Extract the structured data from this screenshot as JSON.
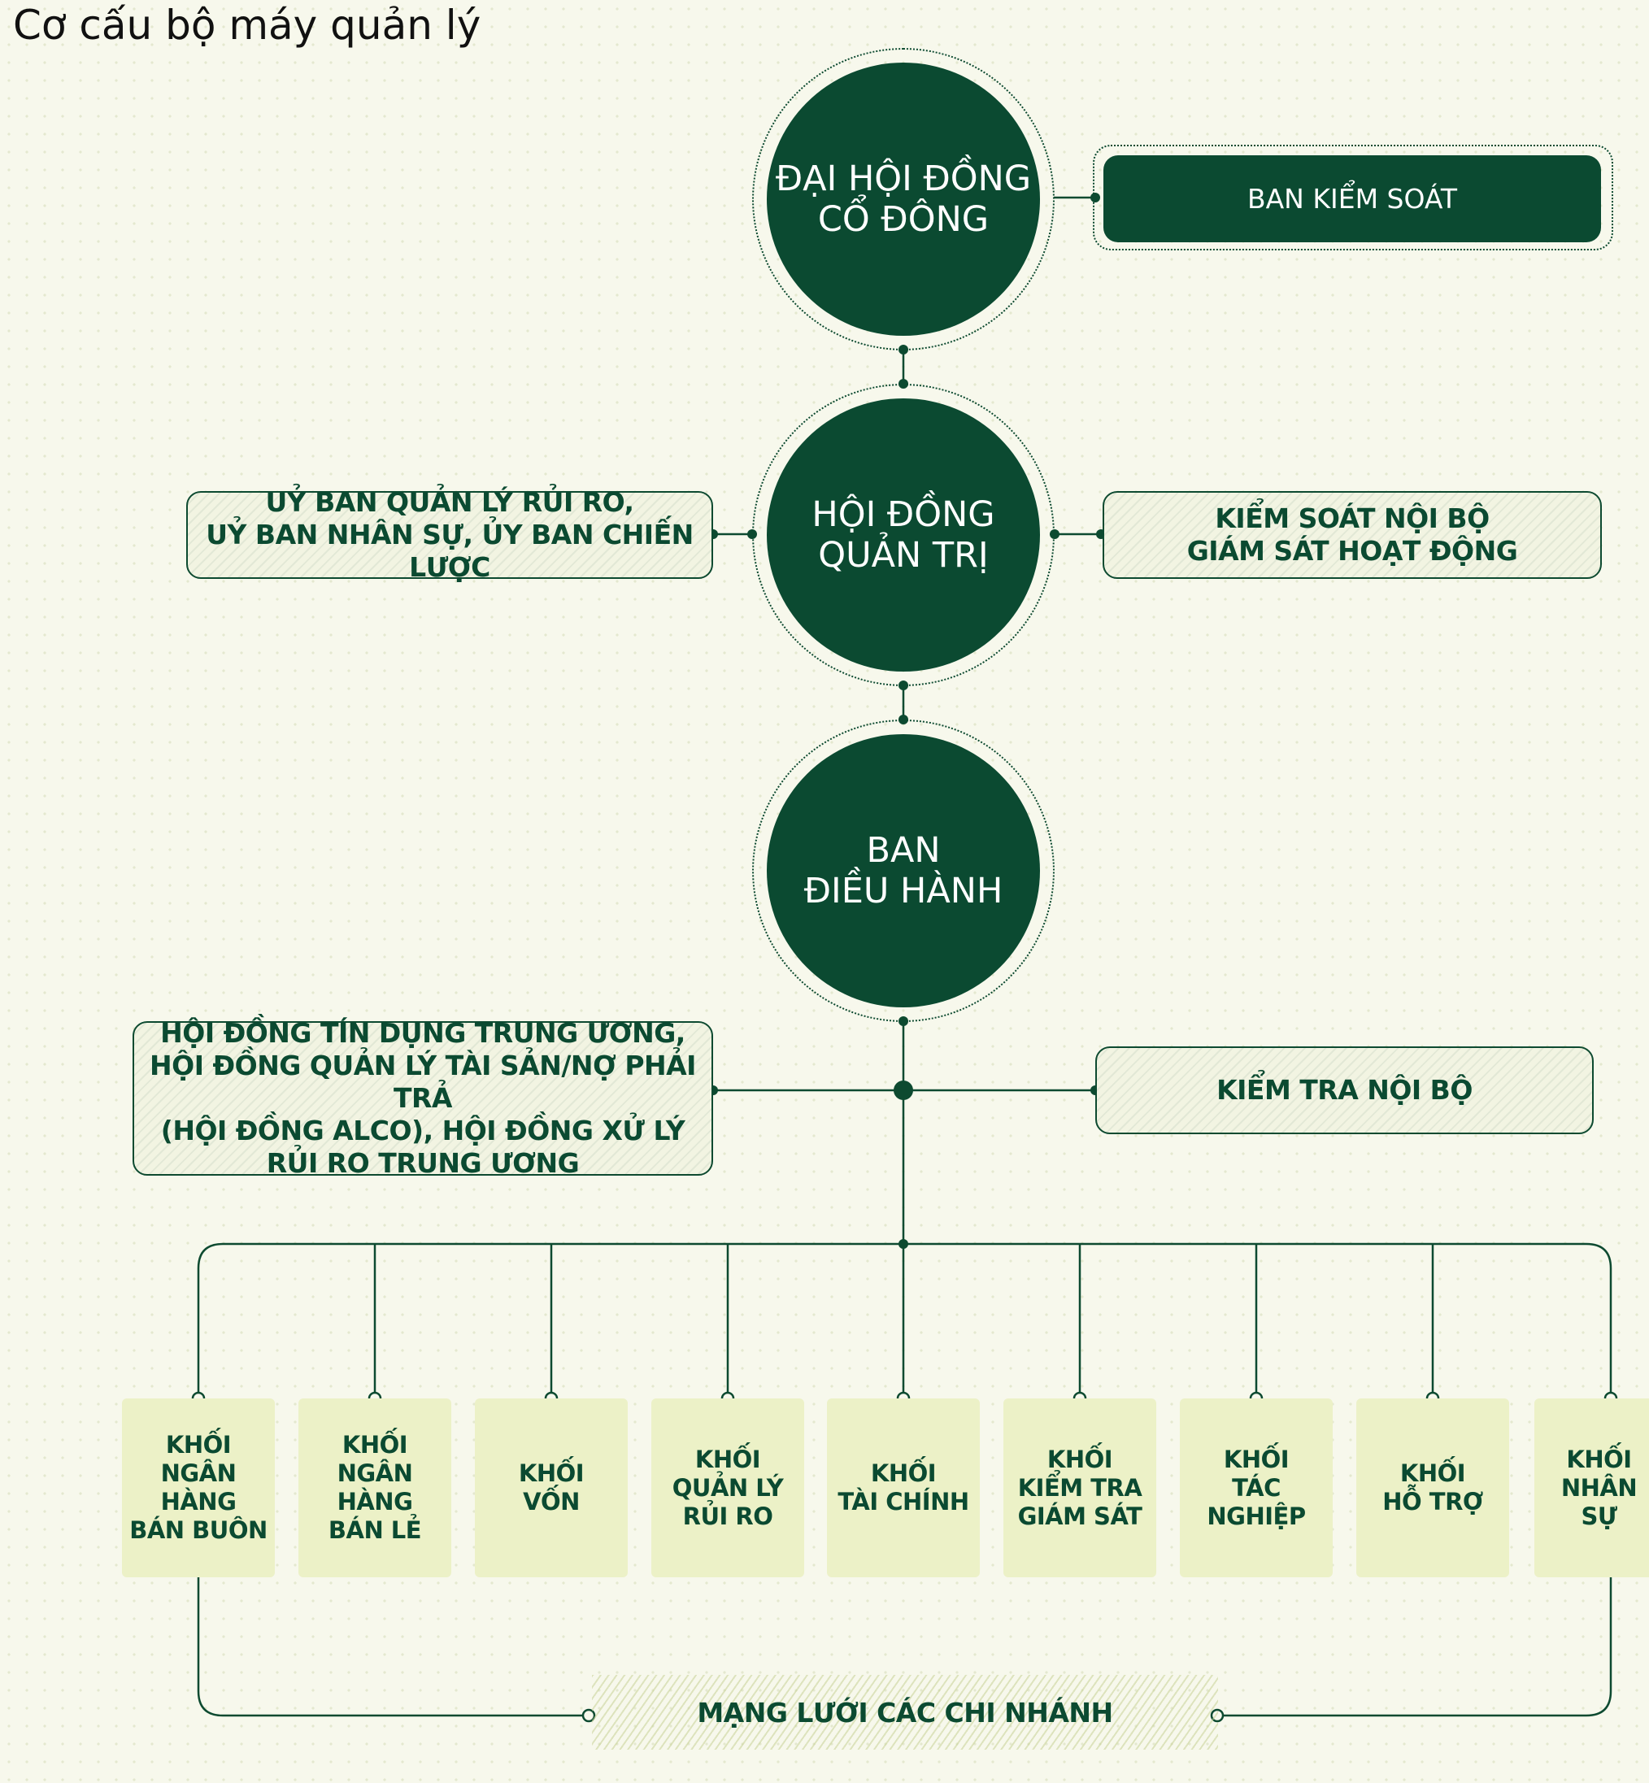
{
  "title": "Cơ cấu bộ máy quản lý",
  "colors": {
    "primary": "#0b4a31",
    "background": "#f7f8ec",
    "department_fill": "#ecf1c7"
  },
  "nodes": {
    "shareholders": "ĐẠI HỘI ĐỒNG\nCỔ ĐÔNG",
    "supervisory_board": "BAN KIỂM SOÁT",
    "board_of_directors": "HỘI ĐỒNG\nQUẢN TRỊ",
    "board_committees": "UỶ BAN QUẢN LÝ RỦI RO,\nUỶ BAN NHÂN SỰ, ỦY BAN CHIẾN LƯỢC",
    "internal_control": "KIỂM SOÁT NỘI BỘ\nGIÁM SÁT HOẠT ĐỘNG",
    "executive_board": "BAN\nĐIỀU HÀNH",
    "executive_councils": "HỘI ĐỒNG TÍN DỤNG TRUNG ƯƠNG,\nHỘI ĐỒNG QUẢN LÝ TÀI SẢN/NỢ PHẢI TRẢ\n(HỘI ĐỒNG ALCO), HỘI ĐỒNG XỬ LÝ\nRỦI RO TRUNG ƯƠNG",
    "internal_audit": "KIỂM TRA NỘI BỘ",
    "branch_network": "MẠNG LƯỚI CÁC CHI NHÁNH"
  },
  "departments": [
    "KHỐI\nNGÂN HÀNG\nBÁN BUÔN",
    "KHỐI\nNGÂN HÀNG\nBÁN LẺ",
    "KHỐI\nVỐN",
    "KHỐI\nQUẢN LÝ\nRỦI RO",
    "KHỐI\nTÀI CHÍNH",
    "KHỐI\nKIỂM TRA\nGIÁM SÁT",
    "KHỐI\nTÁC\nNGHIỆP",
    "KHỐI\nHỖ TRỢ",
    "KHỐI\nNHÂN SỰ"
  ]
}
